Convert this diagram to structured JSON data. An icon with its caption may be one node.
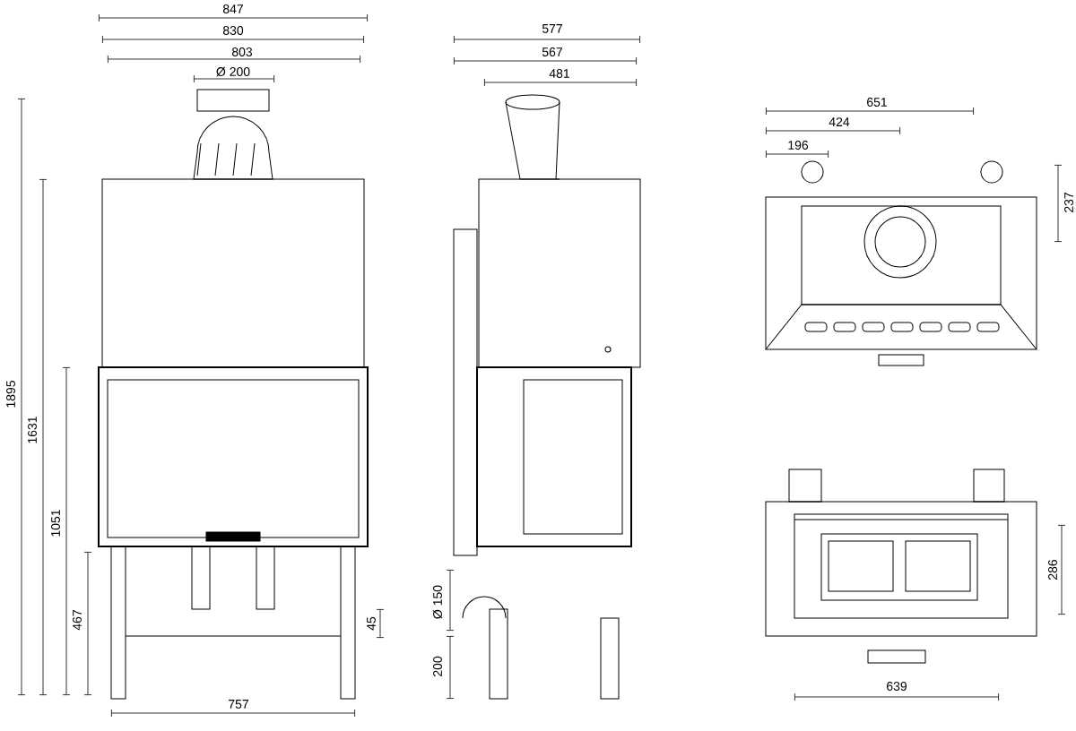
{
  "diagram": {
    "labels": [
      "847",
      "830",
      "803",
      "Ø 200",
      "577",
      "567",
      "481",
      "651",
      "424",
      "196",
      "237",
      "1895",
      "1631",
      "1051",
      "286",
      "45",
      "Ø 150",
      "467",
      "200",
      "639",
      "757"
    ]
  }
}
